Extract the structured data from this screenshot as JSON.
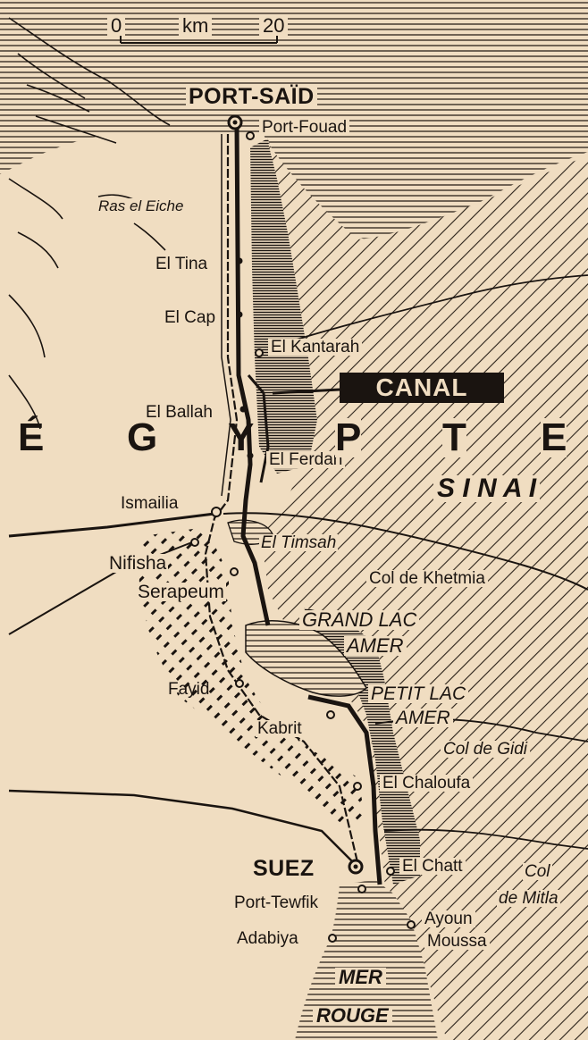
{
  "scale": {
    "zero": "0",
    "unit": "km",
    "max": "20"
  },
  "labels": {
    "port_said": "PORT-SAÏD",
    "port_fouad": "Port-Fouad",
    "ras_el_eiche": "Ras el Eiche",
    "el_tina": "El Tina",
    "el_cap": "El Cap",
    "el_kantarah": "El Kantarah",
    "canal": "CANAL",
    "el_ballah": "El Ballah",
    "el_ferdan": "El Ferdan",
    "sinai": "S I N A I",
    "ismailia": "Ismailia",
    "el_timsah": "El Timsah",
    "nifisha": "Nifisha",
    "serapeum": "Serapeum",
    "col_de_khetmia": "Col de Khetmia",
    "grand_lac": "GRAND LAC",
    "amer_grand": "AMER",
    "fayid": "Fayid",
    "petit_lac": "PETIT LAC",
    "amer_petit": "AMER",
    "kabrit": "Kabrit",
    "col_de_gidi": "Col de Gidi",
    "el_chaloufa": "El Chaloufa",
    "suez": "SUEZ",
    "el_chatt": "El Chatt",
    "col": "Col",
    "de_mitla": "de Mitla",
    "port_tewfik": "Port-Tewfik",
    "ayoun": "Ayoun",
    "moussa": "Moussa",
    "adabiya": "Adabiya",
    "mer": "MER",
    "rouge": "ROUGE"
  },
  "country_letters": [
    "É",
    "G",
    "Y",
    "P",
    "T",
    "E"
  ],
  "colors": {
    "land": "#f0ddc1",
    "ink": "#1a1410"
  }
}
